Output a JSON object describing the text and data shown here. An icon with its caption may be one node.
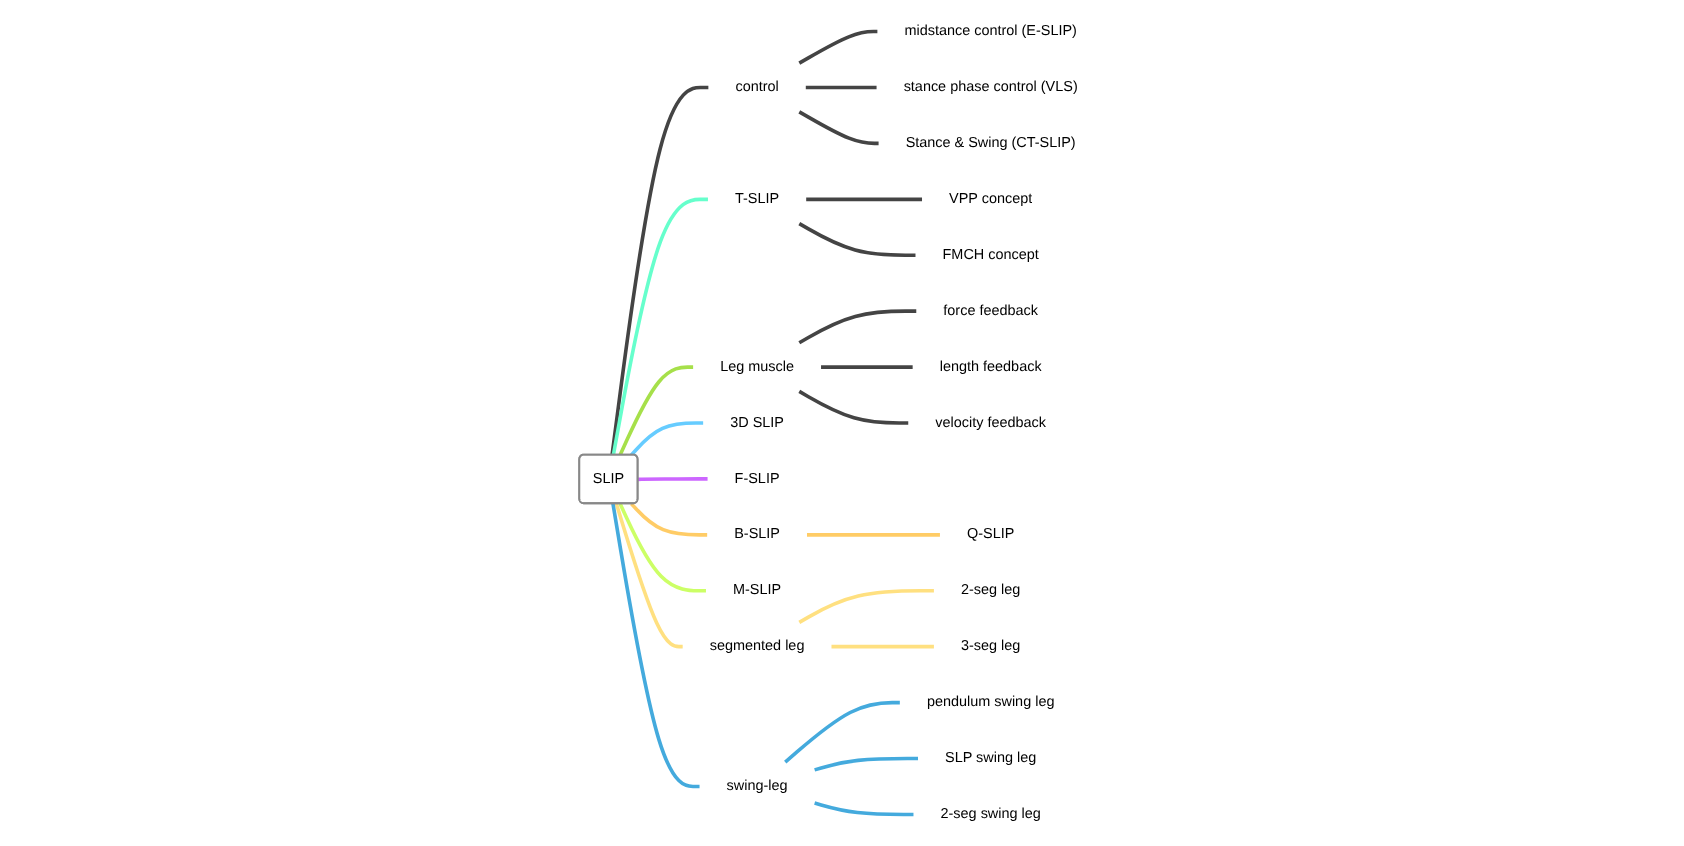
{
  "diagram": {
    "nodes": [
      {
        "text": [
          "SLIP"
        ]
      },
      {
        "text": [
          "control"
        ]
      },
      {
        "text": [
          "midstance control (E-SLIP)"
        ]
      },
      {
        "text": [
          "stance phase control (VLS)"
        ]
      },
      {
        "text": [
          "Stance & Swing (CT-SLIP)"
        ]
      },
      {
        "text": [
          "T-SLIP"
        ]
      },
      {
        "text": [
          "VPP concept"
        ]
      },
      {
        "text": [
          "FMCH concept"
        ]
      },
      {
        "text": [
          "Leg muscle"
        ]
      },
      {
        "text": [
          "force feedback"
        ]
      },
      {
        "text": [
          "length feedback"
        ]
      },
      {
        "text": [
          "velocity feedback"
        ]
      },
      {
        "text": [
          "3D SLIP"
        ]
      },
      {
        "text": [
          "F-SLIP"
        ]
      },
      {
        "text": [
          "B-SLIP"
        ]
      },
      {
        "text": [
          "Q-SLIP"
        ]
      },
      {
        "text": [
          "M-SLIP"
        ]
      },
      {
        "text": [
          "segmented leg"
        ]
      },
      {
        "text": [
          "2-seg leg"
        ]
      },
      {
        "text": [
          "3-seg leg"
        ]
      },
      {
        "text": [
          "swing-leg"
        ]
      },
      {
        "text": [
          "pendulum swing leg"
        ]
      },
      {
        "text": [
          "SLP swing leg"
        ]
      },
      {
        "text": [
          "2-seg swing leg"
        ]
      }
    ],
    "edges": [
      {
        "from": 0,
        "to": 1,
        "arrow": "none"
      },
      {
        "from": 1,
        "to": 2,
        "arrow": "none"
      },
      {
        "from": 1,
        "to": 3,
        "arrow": "none"
      },
      {
        "from": 1,
        "to": 4,
        "arrow": "none"
      },
      {
        "from": 0,
        "to": 5,
        "arrow": "none",
        "color": "#66ffcc"
      },
      {
        "from": 5,
        "to": 6,
        "arrow": "none"
      },
      {
        "from": 5,
        "to": 7,
        "arrow": "none"
      },
      {
        "from": 0,
        "to": 8,
        "arrow": "none",
        "color": "#a6e04a"
      },
      {
        "from": 8,
        "to": 9,
        "arrow": "none"
      },
      {
        "from": 8,
        "to": 10,
        "arrow": "none"
      },
      {
        "from": 8,
        "to": 11,
        "arrow": "none"
      },
      {
        "from": 0,
        "to": 12,
        "arrow": "none",
        "color": "#66ccff"
      },
      {
        "from": 0,
        "to": 13,
        "arrow": "none",
        "color": "#cc66ff"
      },
      {
        "from": 0,
        "to": 14,
        "arrow": "none",
        "color": "#ffcc66"
      },
      {
        "from": 14,
        "to": 15,
        "arrow": "none",
        "color": "#ffcc66"
      },
      {
        "from": 0,
        "to": 16,
        "arrow": "none",
        "color": "#ccff66"
      },
      {
        "from": 0,
        "to": 17,
        "arrow": "none",
        "color": "#ffe080"
      },
      {
        "from": 17,
        "to": 18,
        "arrow": "none",
        "color": "#ffe080"
      },
      {
        "from": 17,
        "to": 19,
        "arrow": "none",
        "color": "#ffe080"
      },
      {
        "from": 0,
        "to": 20,
        "arrow": "none",
        "color": "#44aadd"
      },
      {
        "from": 20,
        "to": 21,
        "arrow": "none",
        "color": "#44aadd"
      },
      {
        "from": 20,
        "to": 22,
        "arrow": "none",
        "color": "#44aadd"
      },
      {
        "from": 20,
        "to": 23,
        "arrow": "none",
        "color": "#44aadd"
      }
    ]
  }
}
